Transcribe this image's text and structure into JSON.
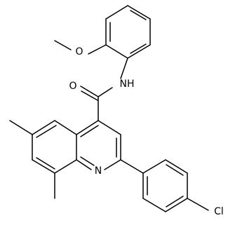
{
  "molecule": {
    "atom_labels": {
      "oxygen_methoxy": "O",
      "oxygen_carbonyl": "O",
      "amide_nitrogen": "NH",
      "quinoline_nitrogen": "N",
      "chlorine": "Cl"
    }
  }
}
